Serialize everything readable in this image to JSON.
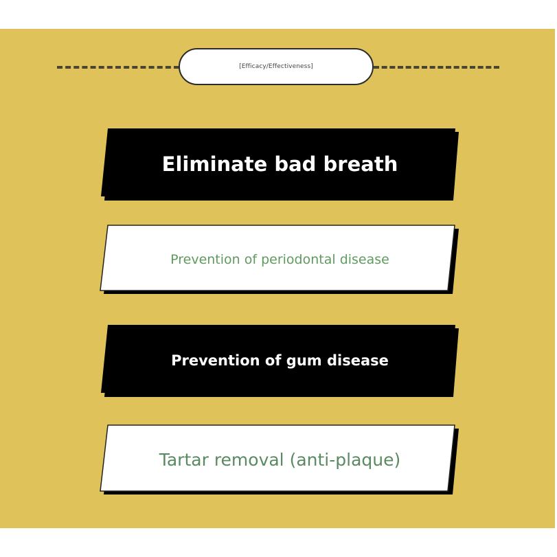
{
  "header": {
    "category_label": "[Efficacy/Effectiveness]"
  },
  "items": [
    {
      "label": "Eliminate bad breath",
      "style": "dark"
    },
    {
      "label": "Prevention of periodontal disease",
      "style": "light"
    },
    {
      "label": "Prevention of gum disease",
      "style": "dark"
    },
    {
      "label": "Tartar removal (anti-plaque)",
      "style": "light"
    }
  ],
  "colors": {
    "background": "#dfc35a",
    "dark_card": "#000000",
    "light_card": "#ffffff",
    "light_text": "#5f9a5f",
    "dash": "#4a4530"
  }
}
